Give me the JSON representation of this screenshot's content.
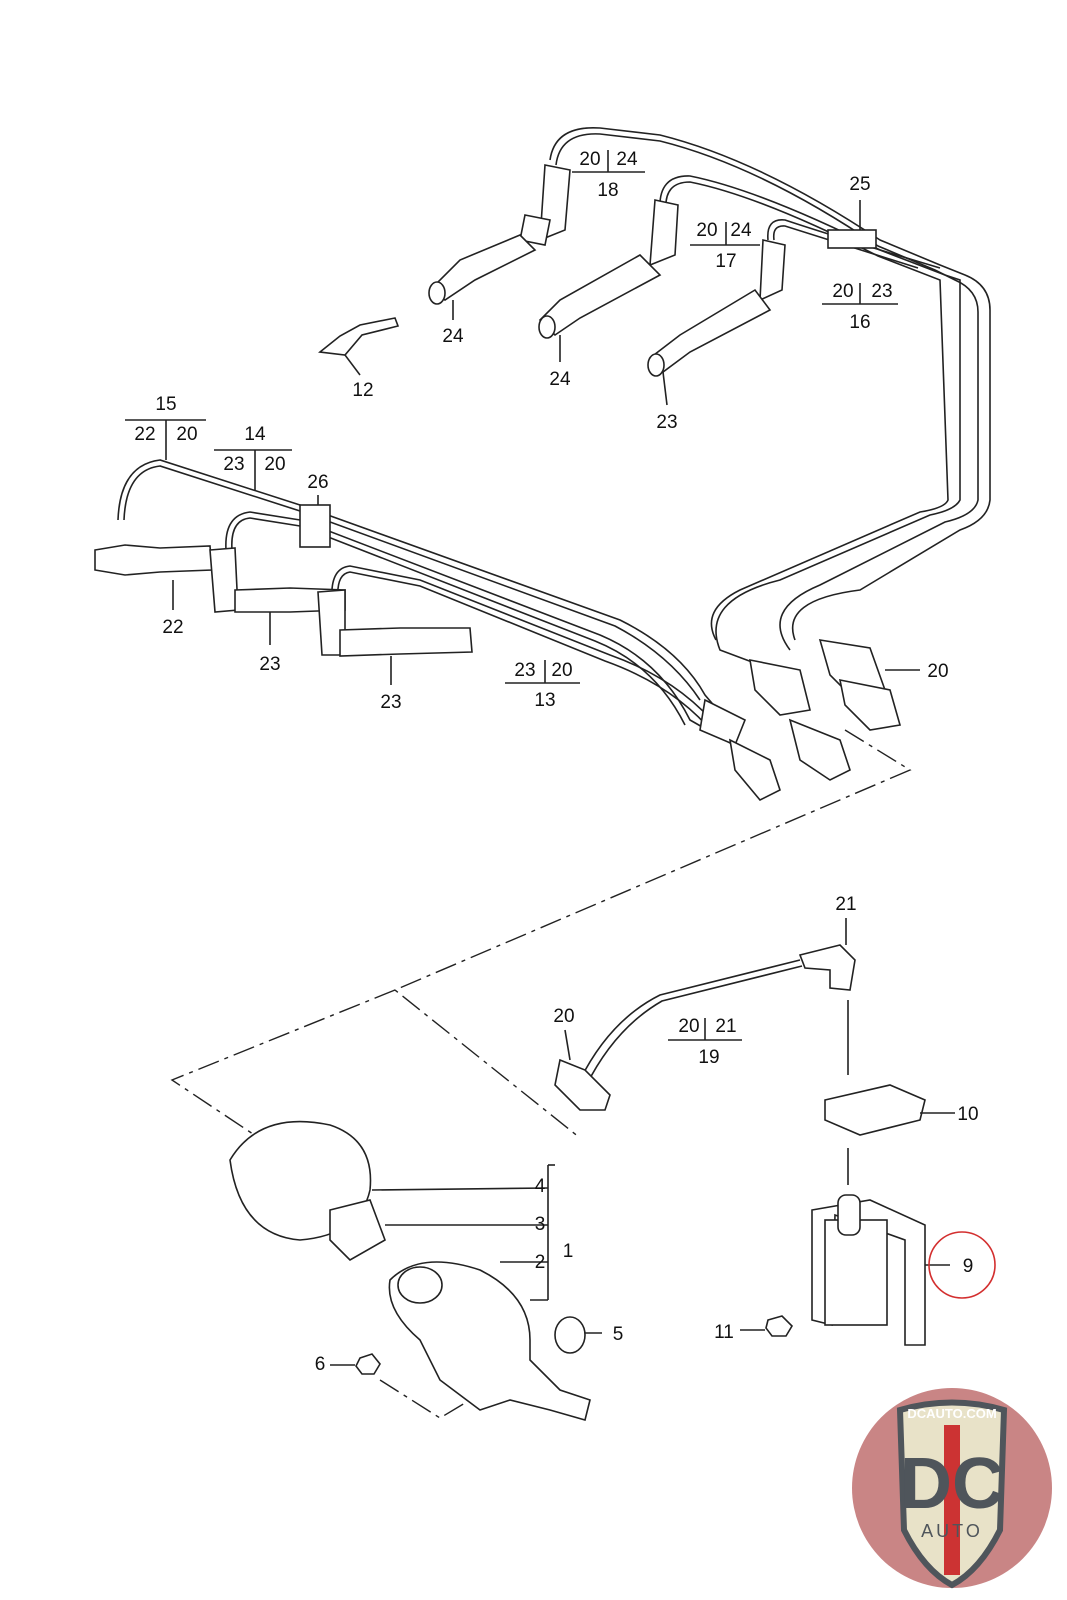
{
  "labels": {
    "l18a": "20",
    "l18b": "24",
    "l18": "18",
    "l25": "25",
    "l17a": "20",
    "l17b": "24",
    "l17": "17",
    "l16a": "20",
    "l16b": "23",
    "l16": "16",
    "l24a": "24",
    "l24b": "24",
    "l12": "12",
    "l23a": "23",
    "l15": "15",
    "l15a": "22",
    "l15b": "20",
    "l14": "14",
    "l14a": "23",
    "l14b": "20",
    "l26": "26",
    "l22": "22",
    "l23b": "23",
    "l23c": "23",
    "l13a": "23",
    "l13b": "20",
    "l13": "13",
    "l20a": "20",
    "l21": "21",
    "l20b": "20",
    "l19a": "20",
    "l19b": "21",
    "l19": "19",
    "l10": "10",
    "l9": "9",
    "l4": "4",
    "l3": "3",
    "l2": "2",
    "l1": "1",
    "l5": "5",
    "l6": "6",
    "l11": "11"
  },
  "highlight": {
    "part": "9",
    "color": "#d32f2f"
  },
  "logo": {
    "top": "DCAUTO.COM",
    "main": "DC",
    "sub": "AUTO"
  }
}
